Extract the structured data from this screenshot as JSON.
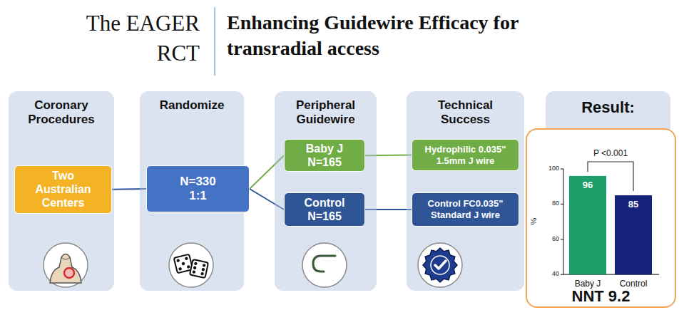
{
  "diagram": {
    "title": "The EAGER RCT",
    "nodes": [
      {
        "text": [
          "Coronary Procedures"
        ]
      },
      {
        "text": [
          "Two Australian Centers"
        ],
        "in": 0
      },
      {
        "text": [
          "Randomize"
        ]
      },
      {
        "text": [
          "N=330 1:1"
        ],
        "in": 2
      },
      {
        "text": [
          "Peripheral Guidewire"
        ]
      },
      {
        "text": [
          "Baby J N=165"
        ],
        "in": 4
      },
      {
        "text": [
          "Control N=165"
        ],
        "in": 4
      },
      {
        "text": [
          "Technical Success"
        ]
      },
      {
        "text": [
          "Hydrophilic 0.035\" 1.5mm J wire"
        ],
        "in": 7
      },
      {
        "text": [
          "Control FC0.035\" Standard J wire"
        ],
        "in": 7
      },
      {
        "text": [
          "Result:"
        ]
      },
      {
        "text": [
          "NNT 9.2"
        ],
        "in": 10
      }
    ],
    "edges": [
      {
        "from": 1,
        "to": 3,
        "arrow": "none"
      },
      {
        "from": 3,
        "to": 5,
        "arrow": "none"
      },
      {
        "from": 3,
        "to": 6,
        "arrow": "none"
      },
      {
        "from": 5,
        "to": 8,
        "arrow": "none"
      },
      {
        "from": 6,
        "to": 9,
        "arrow": "none"
      }
    ],
    "labels": [
      "Enhancing Guidewire Efficacy for transradial access",
      "P <0.001",
      "100",
      "80",
      "60",
      "40",
      "%",
      "96",
      "85",
      "Baby J",
      "Control"
    ]
  }
}
